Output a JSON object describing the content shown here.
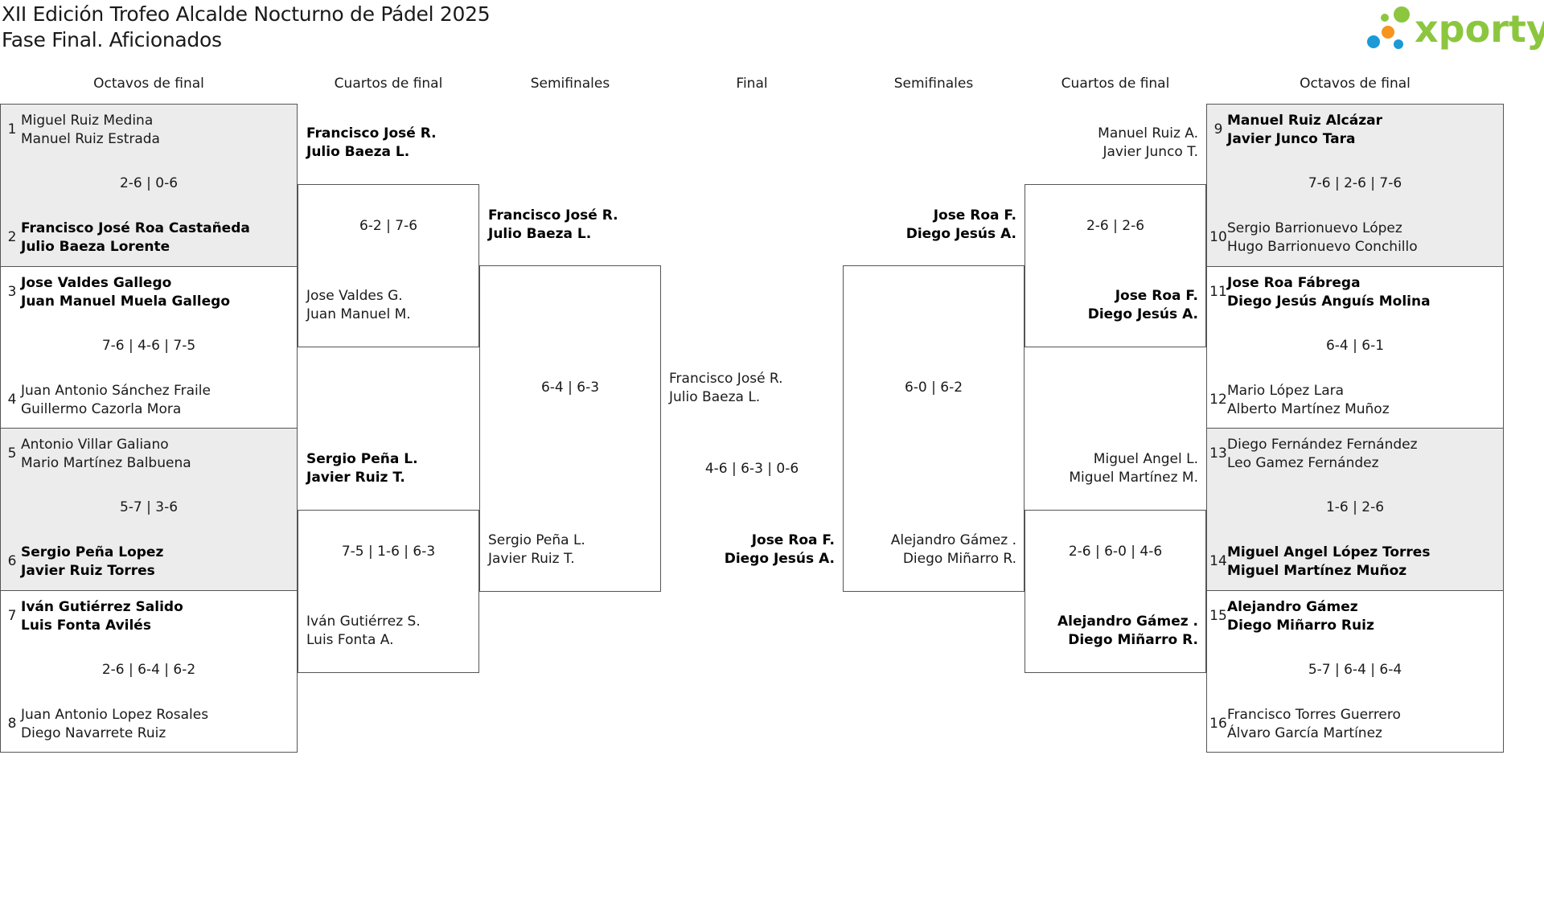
{
  "header": {
    "title": "XII Edición Trofeo Alcalde Nocturno de Pádel 2025",
    "subtitle": "Fase Final. Aficionados",
    "logo_text": "xporty",
    "logo_colors": {
      "green": "#8cc63f",
      "orange": "#f7941d",
      "blue": "#1b9ad6"
    }
  },
  "rounds": {
    "left_r16": "Octavos de final",
    "left_qf": "Cuartos de final",
    "left_sf": "Semifinales",
    "final": "Final",
    "right_sf": "Semifinales",
    "right_qf": "Cuartos de final",
    "right_r16": "Octavos de final"
  },
  "left_r16": [
    {
      "seed_a": "1",
      "a1": "Miguel Ruiz Medina",
      "a2": "Manuel Ruiz Estrada",
      "score": "2-6 | 0-6",
      "seed_b": "2",
      "b1": "Francisco José Roa Castañeda",
      "b2": "Julio Baeza Lorente",
      "winner": "b"
    },
    {
      "seed_a": "3",
      "a1": "Jose Valdes Gallego",
      "a2": "Juan Manuel Muela Gallego",
      "score": "7-6 | 4-6 | 7-5",
      "seed_b": "4",
      "b1": "Juan Antonio Sánchez Fraile",
      "b2": "Guillermo Cazorla Mora",
      "winner": "a"
    },
    {
      "seed_a": "5",
      "a1": "Antonio Villar Galiano",
      "a2": "Mario Martínez Balbuena",
      "score": "5-7 | 3-6",
      "seed_b": "6",
      "b1": "Sergio Peña Lopez",
      "b2": "Javier Ruiz Torres",
      "winner": "b"
    },
    {
      "seed_a": "7",
      "a1": "Iván Gutiérrez Salido",
      "a2": "Luis Fonta Avilés",
      "score": "2-6 | 6-4 | 6-2",
      "seed_b": "8",
      "b1": "Juan Antonio Lopez Rosales",
      "b2": "Diego Navarrete Ruiz",
      "winner": "a"
    }
  ],
  "right_r16": [
    {
      "seed_a": "9",
      "a1": "Manuel Ruiz Alcázar",
      "a2": "Javier Junco Tara",
      "score": "7-6 | 2-6 | 7-6",
      "seed_b": "10",
      "b1": "Sergio Barrionuevo López",
      "b2": "Hugo Barrionuevo Conchillo",
      "winner": "a"
    },
    {
      "seed_a": "11",
      "a1": "Jose Roa Fábrega",
      "a2": "Diego Jesús Anguís Molina",
      "score": "6-4 | 6-1",
      "seed_b": "12",
      "b1": "Mario López Lara",
      "b2": "Alberto Martínez Muñoz",
      "winner": "a"
    },
    {
      "seed_a": "13",
      "a1": "Diego Fernández Fernández",
      "a2": "Leo Gamez Fernández",
      "score": "1-6 | 2-6",
      "seed_b": "14",
      "b1": "Miguel Angel López Torres",
      "b2": "Miguel Martínez Muñoz",
      "winner": "b"
    },
    {
      "seed_a": "15",
      "a1": "Alejandro Gámez",
      "a2": "Diego Miñarro Ruiz",
      "score": "5-7 | 6-4 | 6-4",
      "seed_b": "16",
      "b1": "Francisco Torres Guerrero",
      "b2": "Álvaro García Martínez",
      "winner": "a"
    }
  ],
  "left_qf": [
    {
      "a1": "Francisco José R.",
      "a2": "Julio Baeza L.",
      "score": "6-2 | 7-6",
      "b1": "Jose Valdes G.",
      "b2": "Juan Manuel M.",
      "winner": "a"
    },
    {
      "a1": "Sergio Peña L.",
      "a2": "Javier Ruiz T.",
      "score": "7-5 | 1-6 | 6-3",
      "b1": "Iván Gutiérrez S.",
      "b2": "Luis Fonta A.",
      "winner": "a"
    }
  ],
  "right_qf": [
    {
      "a1": "Manuel Ruiz A.",
      "a2": "Javier Junco T.",
      "score": "2-6 | 2-6",
      "b1": "Jose Roa F.",
      "b2": "Diego Jesús A.",
      "winner": "b"
    },
    {
      "a1": "Miguel Angel L.",
      "a2": "Miguel Martínez M.",
      "score": "2-6 | 6-0 | 4-6",
      "b1": "Alejandro Gámez .",
      "b2": "Diego Miñarro R.",
      "winner": "b"
    }
  ],
  "left_sf": {
    "a1": "Francisco José R.",
    "a2": "Julio Baeza L.",
    "score": "6-4 | 6-3",
    "b1": "Sergio Peña L.",
    "b2": "Javier Ruiz T.",
    "winner": "a"
  },
  "right_sf": {
    "a1": "Jose Roa F.",
    "a2": "Diego Jesús A.",
    "score": "6-0 | 6-2",
    "b1": "Alejandro Gámez .",
    "b2": "Diego Miñarro R.",
    "winner": "a"
  },
  "final": {
    "a1": "Francisco José R.",
    "a2": "Julio Baeza L.",
    "score": "4-6 | 6-3 | 0-6",
    "b1": "Jose Roa F.",
    "b2": "Diego Jesús A.",
    "winner": "b"
  }
}
